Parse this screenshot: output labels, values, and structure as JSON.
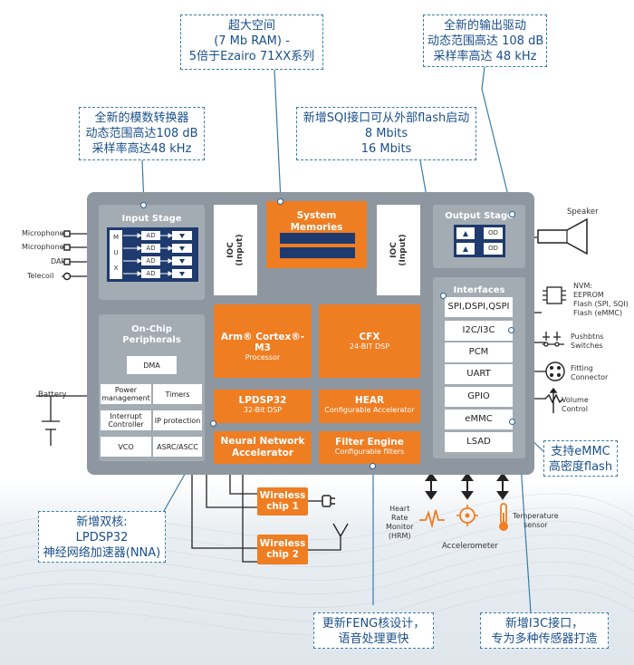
{
  "callouts": {
    "memory": [
      "超大空间",
      "(7 Mb RAM) -",
      "5倍于Ezairo 71XX系列"
    ],
    "output_driver": [
      "全新的输出驱动",
      "动态范围高达 108 dB",
      "采样率高达 48 kHz"
    ],
    "adc": [
      "全新的模数转换器",
      "动态范围高达108 dB",
      "采样率高达48 kHz"
    ],
    "sqi": [
      "新增SQI接口可从外部flash启动",
      "8 Mbits",
      "16 Mbits"
    ],
    "emmc": [
      "支持eMMC",
      "高密度flash"
    ],
    "nna": [
      "新增双核:",
      "LPDSP32",
      "神经网络加速器(NNA)"
    ],
    "feng": [
      "更新FENG核设计，",
      "语音处理更快"
    ],
    "i3c": [
      "新增I3C接口，",
      "专为多种传感器打造"
    ]
  },
  "input_stage": {
    "title": "Input Stage",
    "mux": [
      "M",
      "U",
      "X"
    ],
    "ad_label": "AD",
    "inputs": [
      "Microphone",
      "Microphone",
      "DAI",
      "Telecoil"
    ]
  },
  "ioc_left": [
    "IOC",
    "(Input)"
  ],
  "ioc_right": [
    "IOC",
    "(Input)"
  ],
  "system_memories": "System Memories",
  "output_stage": {
    "title": "Output Stage",
    "od_label": "OD"
  },
  "speaker": "Speaker",
  "peripherals": {
    "title": "On-Chip Peripherals",
    "dma": "DMA",
    "cells": [
      "Power management",
      "Timers",
      "Interrupt Controller",
      "IP protection",
      "VCO",
      "ASRC/ASCC"
    ]
  },
  "battery": "Battery",
  "cores": {
    "arm": {
      "title": "Arm® Cortex®-M3",
      "sub": "Processor"
    },
    "cfx": {
      "title": "CFX",
      "sub": "24-BIT DSP"
    },
    "lpdsp": {
      "title": "LPDSP32",
      "sub": "32-Bit DSP"
    },
    "hear": {
      "title": "HEAR",
      "sub": "Configurable Accelerator"
    },
    "nna": {
      "title": "Neural Network Accelerator"
    },
    "filter": {
      "title": "Filter Engine",
      "sub": "Configurable filters"
    }
  },
  "interfaces": {
    "title": "Interfaces",
    "items": [
      "SPI,DSPI,QSPI",
      "I2C/I3C",
      "PCM",
      "UART",
      "GPIO",
      "eMMC",
      "LSAD"
    ]
  },
  "nvm": [
    "NVM:",
    "EEPROM",
    "Flash (SPI, SQI)",
    "Flash (eMMC)"
  ],
  "pushbtns": [
    "Pushbtns",
    "Switches"
  ],
  "fitting": [
    "Fitting",
    "Connector"
  ],
  "volume": [
    "Volume",
    "Control"
  ],
  "wireless1": [
    "Wireless",
    "chip 1"
  ],
  "wireless2": [
    "Wireless",
    "chip 2"
  ],
  "hrm": [
    "Heart",
    "Rate",
    "Monitor",
    "(HRM)"
  ],
  "accelerometer": "Accelerometer",
  "temperature": [
    "Temperature",
    "sensor"
  ],
  "colors": {
    "orange": "#ef7d22",
    "chip": "#8e979f",
    "panel": "#a3abb3",
    "navy": "#1e3a6e",
    "callout": "#1a4f8a"
  }
}
